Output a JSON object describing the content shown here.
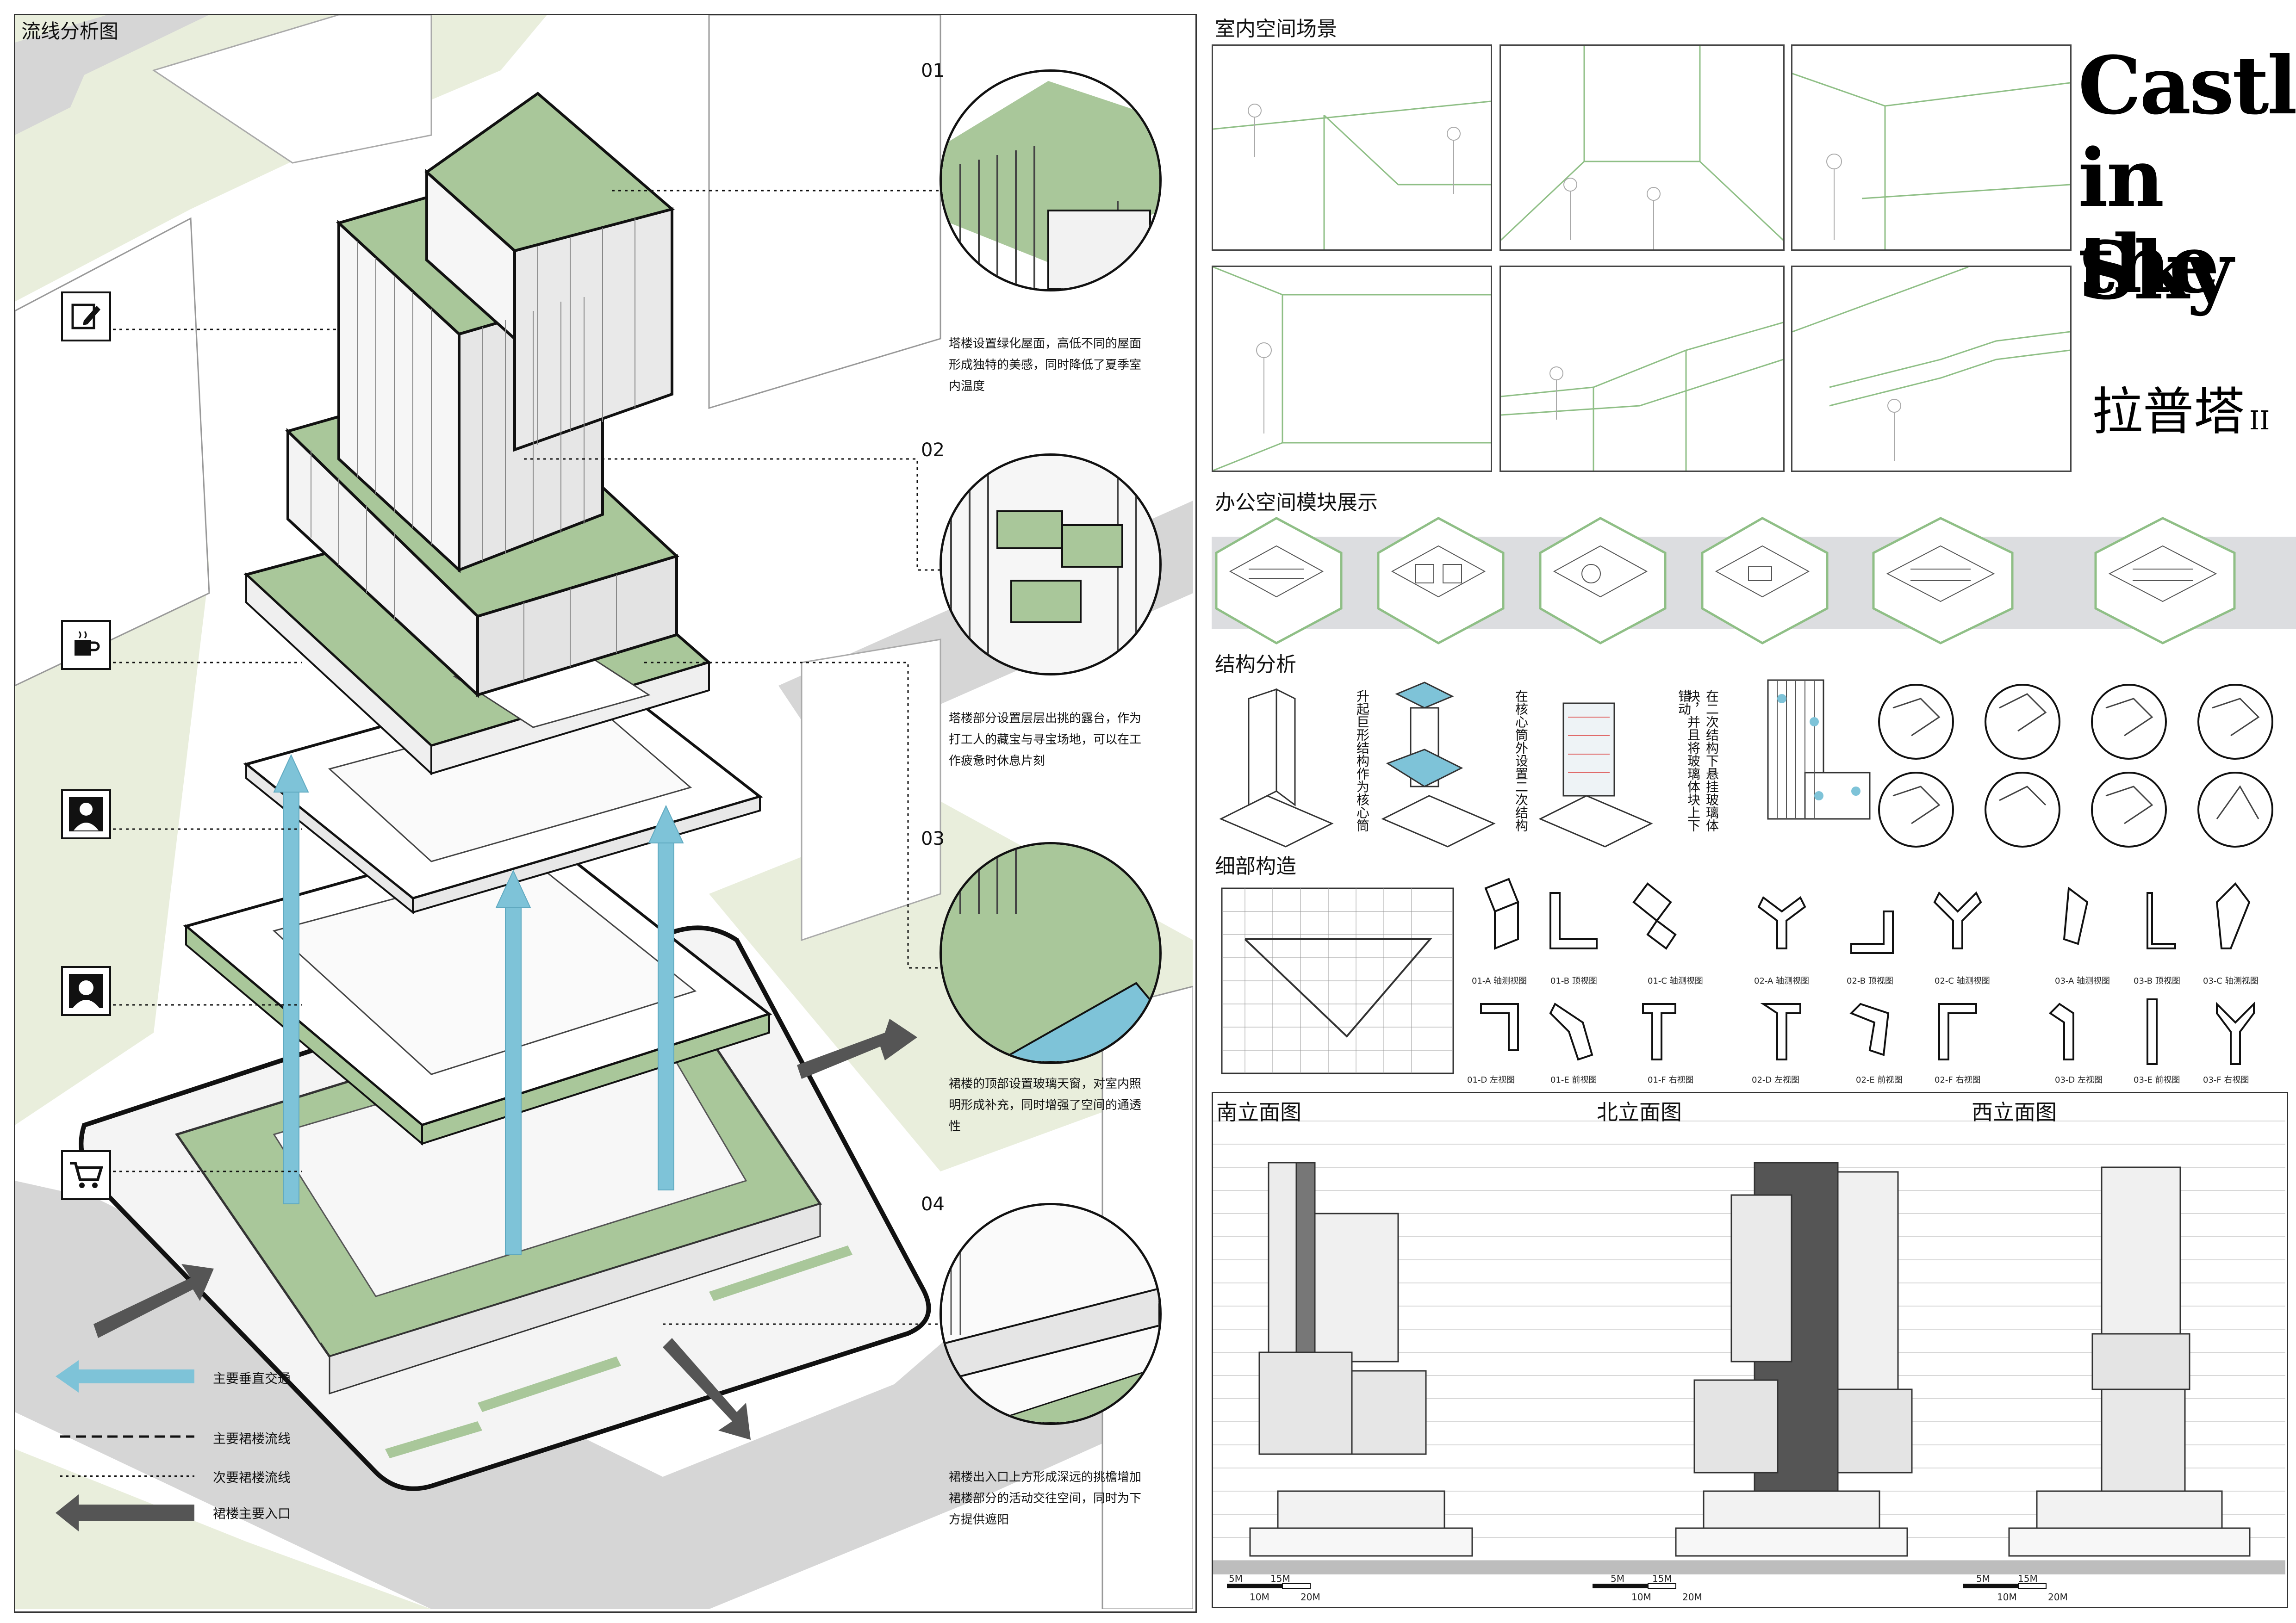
{
  "left": {
    "title": "流线分析图",
    "notes": [
      {
        "num": "01",
        "text": "塔楼设置绿化屋面，高低不同的屋面形成独特的美感，同时降低了夏季室内温度"
      },
      {
        "num": "02",
        "text": "塔楼部分设置层层出挑的露台，作为打工人的藏宝与寻宝场地，可以在工作疲惫时休息片刻"
      },
      {
        "num": "03",
        "text": "裙楼的顶部设置玻璃天窗，对室内照明形成补充，同时增强了空间的通透性"
      },
      {
        "num": "04",
        "text": "裙楼出入口上方形成深远的挑檐增加裙楼部分的活动交往空间，同时为下方提供遮阳"
      }
    ],
    "side_icons": [
      "edit-icon",
      "coffee-icon",
      "person-icon",
      "user-icon",
      "cart-icon"
    ],
    "legend": [
      {
        "label": "主要垂直交通"
      },
      {
        "label": "主要裙楼流线"
      },
      {
        "label": "次要裙楼流线"
      },
      {
        "label": "裙楼主要入口"
      }
    ],
    "colors": {
      "green": "#a9c79a",
      "ground": "#e9eedc",
      "road": "#d4d4d4",
      "blue": "#7ec3d8",
      "arrow": "#555555"
    }
  },
  "right": {
    "interior_title": "室内空间场景",
    "office_title": "办公空间模块展示",
    "structure_title": "结构分析",
    "detail_title": "细部构造",
    "structure_steps": [
      {
        "text": "升起巨形结构作为核心筒"
      },
      {
        "text": "在核心筒外设置二次结构"
      },
      {
        "text": "错动"
      },
      {
        "text": "块，并且将玻璃体块上下"
      },
      {
        "text": "在二次结构下悬挂玻璃体"
      }
    ],
    "details_row1": [
      "01-A 轴测视图",
      "01-B 顶视图",
      "01-C 轴测视图",
      "02-A 轴测视图",
      "02-B 顶视图",
      "02-C 轴测视图",
      "03-A 轴测视图",
      "03-B 顶视图",
      "03-C 轴测视图"
    ],
    "details_row2": [
      "01-D 左视图",
      "01-E 前视图",
      "01-F 右视图",
      "02-D 左视图",
      "02-E 前视图",
      "02-F 右视图",
      "03-D 左视图",
      "03-E 前视图",
      "03-F 右视图"
    ],
    "elevations": [
      "南立面图",
      "北立面图",
      "西立面图"
    ],
    "scale": {
      "a": "5M",
      "b": "15M",
      "c": "10M",
      "d": "20M"
    }
  },
  "title": {
    "line1": "Castle",
    "line2": "in the",
    "line3": "Sky",
    "cn": "拉普塔",
    "suffix": "II"
  }
}
